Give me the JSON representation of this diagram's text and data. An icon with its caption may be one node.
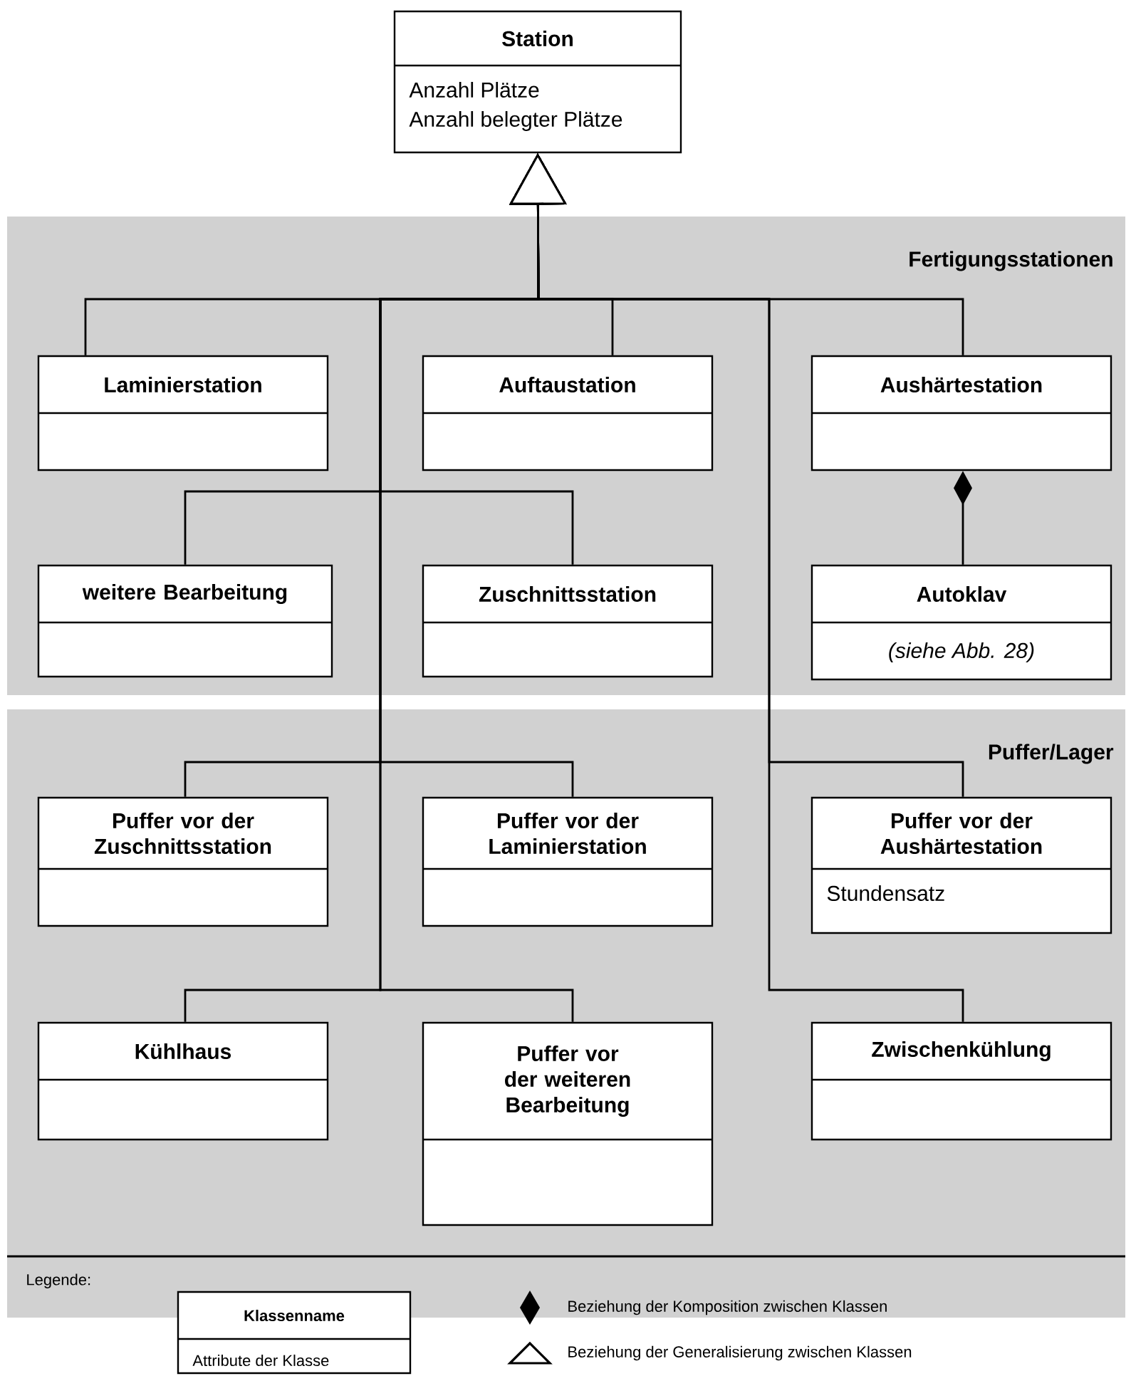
{
  "diagram": {
    "nodes": [
      {
        "text": [
          "Station",
          "Anzahl Plätze",
          "Anzahl belegter Plätze"
        ]
      },
      {
        "text": [
          "Fertigungsstationen"
        ]
      },
      {
        "text": [
          "Laminierstation"
        ],
        "in": 1
      },
      {
        "text": [
          "Auftaustation"
        ],
        "in": 1
      },
      {
        "text": [
          "Aushärtestation"
        ],
        "in": 1
      },
      {
        "text": [
          "weitere Bearbeitung"
        ],
        "in": 1
      },
      {
        "text": [
          "Zuschnittsstation"
        ],
        "in": 1
      },
      {
        "text": [
          "Autoklav",
          "(siehe Abb. 28)"
        ],
        "in": 1
      },
      {
        "text": [
          "Puffer/Lager"
        ]
      },
      {
        "text": [
          "Puffer vor der Zuschnittsstation"
        ],
        "in": 8
      },
      {
        "text": [
          "Puffer vor der Laminierstation"
        ],
        "in": 8
      },
      {
        "text": [
          "Puffer vor der Aushärtestation",
          "Stundensatz"
        ],
        "in": 8
      },
      {
        "text": [
          "Kühlhaus"
        ],
        "in": 8
      },
      {
        "text": [
          "Puffer vor der weiteren Bearbeitung"
        ],
        "in": 8
      },
      {
        "text": [
          "Zwischenkühlung"
        ],
        "in": 8
      },
      {
        "text": [
          "Klassenname",
          "Attribute der Klasse"
        ]
      }
    ],
    "edges": [
      {
        "from": 2,
        "to": 0,
        "arrow": "to"
      },
      {
        "from": 3,
        "to": 0,
        "arrow": "to"
      },
      {
        "from": 4,
        "to": 0,
        "arrow": "to"
      },
      {
        "from": 5,
        "to": 0,
        "arrow": "to"
      },
      {
        "from": 6,
        "to": 0,
        "arrow": "to"
      },
      {
        "from": 9,
        "to": 0,
        "arrow": "to"
      },
      {
        "from": 10,
        "to": 0,
        "arrow": "to"
      },
      {
        "from": 11,
        "to": 0,
        "arrow": "to"
      },
      {
        "from": 12,
        "to": 0,
        "arrow": "to"
      },
      {
        "from": 13,
        "to": 0,
        "arrow": "to"
      },
      {
        "from": 14,
        "to": 0,
        "arrow": "to"
      },
      {
        "from": 7,
        "to": 4,
        "arrow": "other"
      }
    ],
    "labels": [
      "Legende:"
    ],
    "legend": [
      {
        "text": "Beziehung der Komposition zwischen Klassen"
      },
      {
        "text": "Beziehung der Generalisierung zwischen Klassen"
      }
    ]
  }
}
